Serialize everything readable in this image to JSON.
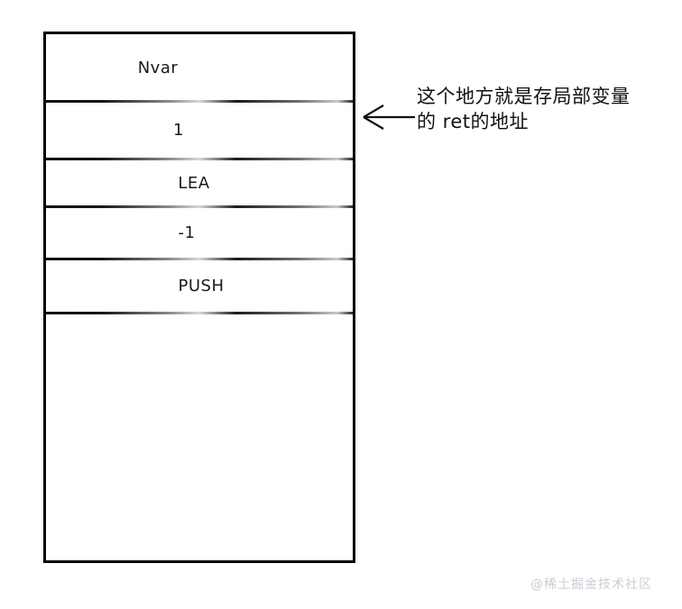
{
  "diagram": {
    "title": "stack-frame-layout",
    "stack": {
      "cells": [
        {
          "label": "Nvar"
        },
        {
          "label": "1"
        },
        {
          "label": "LEA"
        },
        {
          "label": "-1"
        },
        {
          "label": "PUSH"
        },
        {
          "label": ""
        }
      ]
    },
    "annotation": {
      "arrow_icon": "arrow-left-icon",
      "line1": "这个地方就是存局部变量",
      "line2": "的 ret的地址"
    }
  },
  "watermark": {
    "text": "@稀土掘金技术社区",
    "color": "#c9cdd4"
  },
  "colors": {
    "background": "#ffffff",
    "stroke": "#000000",
    "text": "#111111"
  }
}
